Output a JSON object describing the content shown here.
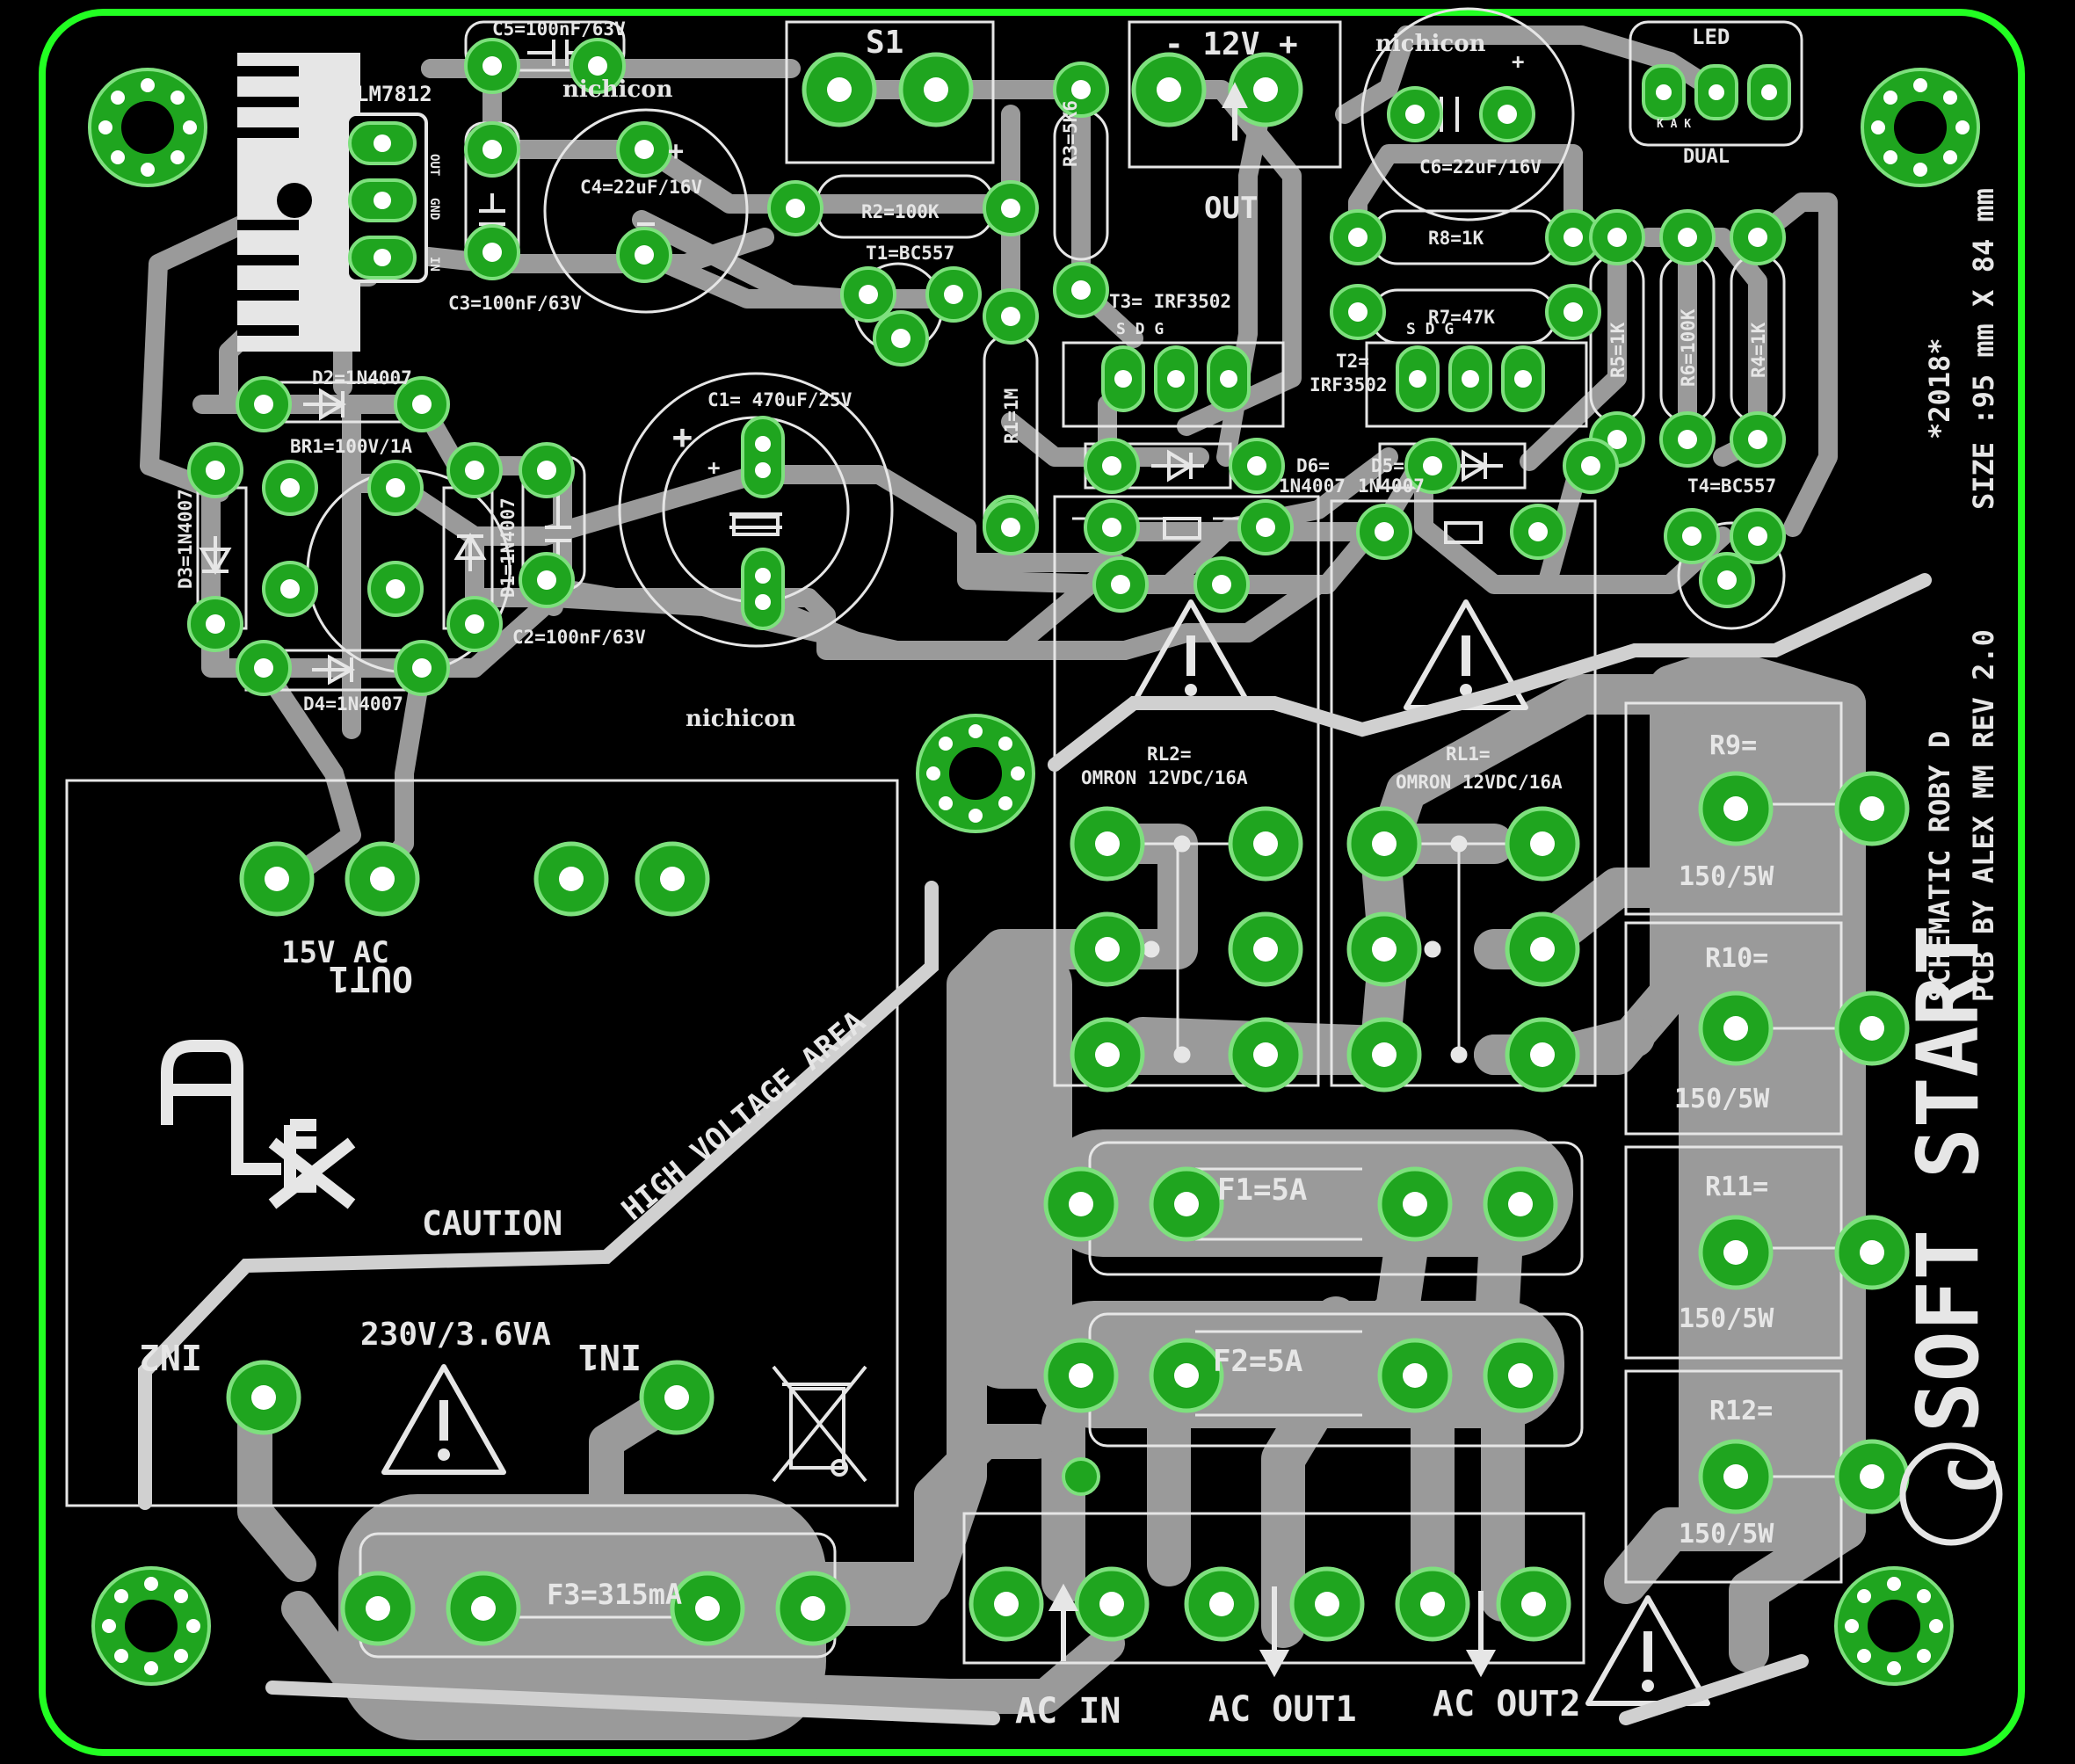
{
  "colors": {
    "background": "#000000",
    "board_outline": "#22ff22",
    "copper": "#9a9a9a",
    "pad": "#1fa51f",
    "pad_ring": "#7ee07e",
    "silkscreen": "#e6e6e6"
  },
  "labels": {
    "c5": "C5=100nF/63V",
    "lm7812": "LM7812",
    "out": "OUT",
    "gnd": "GND",
    "in": "IN",
    "c4": "C4=22uF/16V",
    "c3": "C3=100nF/63V",
    "nichicon": "nichicon",
    "s1": "S1",
    "r2": "R2=100K",
    "t1": "T1=BC557",
    "r3": "R3=5K6",
    "r1": "R1=1M",
    "minus12v": "- 12V +",
    "out_label": "OUT",
    "t3": "T3= IRF3502",
    "sdg": "S  D  G",
    "c6": "C6=22uF/16V",
    "led": "LED",
    "dual": "DUAL",
    "kak": "K  A  K",
    "r8": "R8=1K",
    "r7": "R7=47K",
    "t2": "T2=",
    "t2b": "IRF3502",
    "r5": "R5=1K",
    "r6": "R6=100K",
    "r4": "R4=1K",
    "d2": "D2=1N4007",
    "br1": "BR1=100V/1A",
    "c1": "C1= 470uF/25V",
    "d6": "D6=",
    "d6b": "1N4007",
    "d5": "D5=",
    "d5b": "1N4007",
    "t4": "T4=BC557",
    "d3": "D3=1N4007",
    "d1": "D1=1N4007",
    "c2": "C2=100nF/63V",
    "d4": "D4=1N4007",
    "rl2": "RL2=",
    "rl2b": "OMRON 12VDC/16A",
    "rl1": "RL1=",
    "rl1b": "OMRON 12VDC/16A",
    "r9": "R9=",
    "r10": "R10=",
    "r11": "R11=",
    "r12": "R12=",
    "r_value": "150/5W",
    "ac15": "15V AC",
    "out1": "OUT1",
    "high_voltage": "HIGH VOLTAGE AREA",
    "caution": "CAUTION",
    "f1": "F1=5A",
    "f2": "F2=5A",
    "in2": "IN2",
    "in1": "IN1",
    "voltage": "230V/3.6VA",
    "f3": "F3=315mA",
    "ac_in": "AC IN",
    "ac_out1": "AC OUT1",
    "ac_out2": "AC OUT2",
    "year": "*2018*",
    "size": "SIZE :95 mm X 84 mm",
    "pcb_by": "PCB BY ALEX MM  REV 2.0",
    "schematic": "SCHEMATIC ROBY D",
    "title": "SOFT START",
    "copyright": "C",
    "logo_text": "ALEX"
  }
}
